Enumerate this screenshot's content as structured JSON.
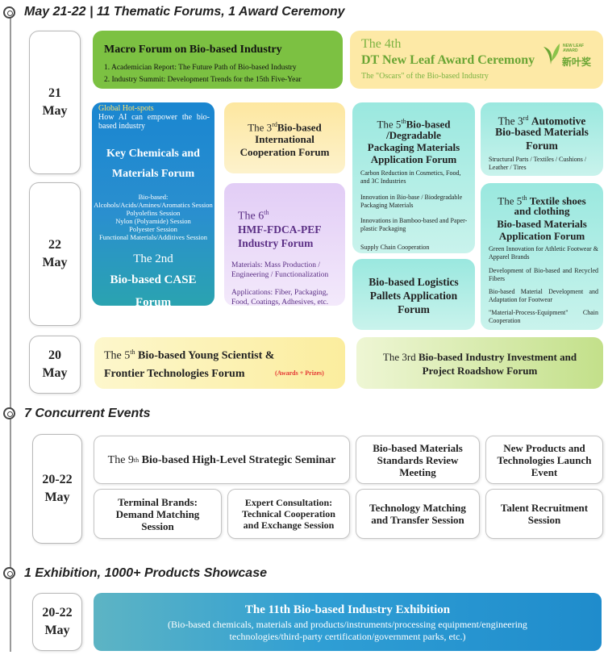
{
  "sections": {
    "forums_heading": "May 21-22 | 11 Thematic Forums, 1 Award Ceremony",
    "concurrent_heading": "7 Concurrent Events",
    "exhibition_heading": "1 Exhibition, 1000+ Products Showcase"
  },
  "dates": {
    "d21": {
      "day": "21",
      "month": "May"
    },
    "d22": {
      "day": "22",
      "month": "May"
    },
    "d20": {
      "day": "20",
      "month": "May"
    },
    "events": {
      "day": "20-22",
      "month": "May"
    },
    "exhibition": {
      "day": "20-22",
      "month": "May"
    }
  },
  "macro": {
    "title": "Macro Forum on Bio-based Industry",
    "item1": "1.  Academician Report: The Future Path of Bio-based Industry",
    "item2": "2.  Industry Summit: Development Trends for the 15th Five-Year"
  },
  "award": {
    "line1": "The 4th",
    "line2": "DT New Leaf Award Ceremony",
    "tagline": "The \"Oscars\" of the Bio-based Industry",
    "logo_small": "NEW LEAF AWARD",
    "logo_cn": "新叶奖"
  },
  "key_chem": {
    "hotspot": "Global Hot-spots",
    "hotspot_desc": "How AI can empower the bio-based industry",
    "title1": "Key Chemicals and",
    "title2": "Materials Forum",
    "s1": "Bio-based:",
    "s2": "Alcohols/Acids/Amines/Aromatics Session",
    "s3": "Polyolefins Session",
    "s4": "Nylon (Polyamide) Session",
    "s5": "Polyester Session",
    "s6": "Functional Materials/Additives Session",
    "case1": "The 2nd",
    "case2": "Bio-based CASE",
    "case3": "Forum"
  },
  "intl": {
    "pre": "The 3",
    "sup": "rd",
    "title1": "Bio-based",
    "title2": "International",
    "title3": "Cooperation Forum"
  },
  "fdca": {
    "pre": "The 6",
    "sup": "th",
    "title1": "HMF-FDCA-PEF",
    "title2": "Industry Forum",
    "p1": "Materials: Mass Production / Engineering / Functionalization",
    "p2": "Applications: Fiber, Packaging, Food, Coatings, Adhesives, etc."
  },
  "packaging": {
    "pre": "The 5",
    "sup": "th",
    "title1": "Bio-based",
    "title2": "/Degradable",
    "title3": "Packaging Materials",
    "title4": "Application Forum",
    "i1": "Carbon Reduction in Cosmetics, Food, and 3C Industries",
    "i2": "Innovation in Bio-base / Biodegradable Packaging Materials",
    "i3": "Innovations in Bamboo-based and Paper-plastic Packaging",
    "i4": "Supply Chain Cooperation"
  },
  "automotive": {
    "pre": "The 3",
    "sup": "rd",
    "title1": "Automotive",
    "title2": "Bio-based Materials",
    "title3": "Forum",
    "desc": "Structural Parts / Textiles / Cushions / Leather / Tires"
  },
  "textile": {
    "pre": "The 5",
    "sup": "th",
    "title1": "Textile shoes",
    "title2": "and clothing",
    "title3": "Bio-based Materials",
    "title4": "Application Forum",
    "i1": "Green Innovation for Athletic Footwear & Apparel Brands",
    "i2": "Development of Bio-based and Recycled Fibers",
    "i3": "Bio-based Material Development and Adaptation for Footwear",
    "i4": "\"Material-Process-Equipment\" Chain Cooperation"
  },
  "logistics": {
    "title1": "Bio-based Logistics",
    "title2": "Pallets Application",
    "title3": "Forum"
  },
  "young": {
    "pre": "The 5",
    "sup": "th",
    "title1": "Bio-based Young Scientist &",
    "title2": "Frontier Technologies Forum",
    "note": "(Awards + Prizes)"
  },
  "invest": {
    "pre": "The 3rd ",
    "title1": "Bio-based Industry Investment and",
    "title2": "Project Roadshow Forum"
  },
  "events": {
    "seminar_pre": "The 9",
    "seminar_sup": "th",
    "seminar": "Bio-based High-Level Strategic Seminar",
    "standards": "Bio-based Materials Standards Review Meeting",
    "launch": "New Products and Technologies Launch Event",
    "terminal": "Terminal Brands: Demand Matching Session",
    "expert": "Expert Consultation: Technical Cooperation and Exchange Session",
    "techmatch": "Technology Matching and Transfer Session",
    "talent": "Talent Recruitment Session"
  },
  "exhibition": {
    "title": "The 11th Bio-based Industry Exhibition",
    "desc": "(Bio-based chemicals, materials and products/instruments/processing equipment/engineering technologies/third-party certification/government parks, etc.)"
  },
  "colors": {
    "macro": "#7cc142",
    "award": "#fde9a6",
    "key_chem": "#1e88c7",
    "intl": "#fce9a8",
    "fdca": "#e9d5f8",
    "teal": "#a6ece0",
    "young": "#fbf0b5",
    "invest": "#d4ea9c",
    "exhibition": "#2d9bc4"
  }
}
